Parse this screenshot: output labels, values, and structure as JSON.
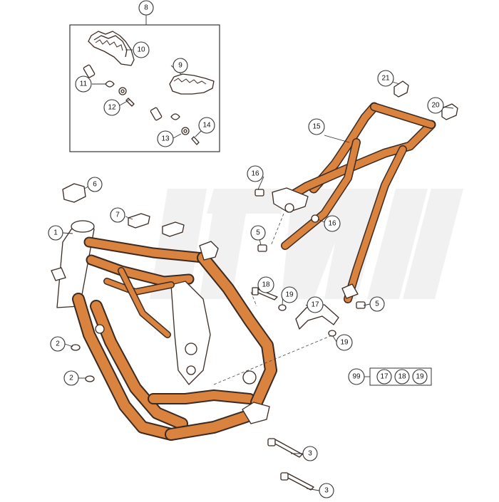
{
  "diagram": {
    "callouts": {
      "c1": "1",
      "c2a": "2",
      "c2b": "2",
      "c3a": "3",
      "c3b": "3",
      "c5a": "5",
      "c5b": "5",
      "c6": "6",
      "c7": "7",
      "c8": "8",
      "c9": "9",
      "c10": "10",
      "c11": "11",
      "c12": "12",
      "c13": "13",
      "c14": "14",
      "c15": "15",
      "c16a": "16",
      "c16b": "16",
      "c17": "17",
      "c18": "18",
      "c19a": "19",
      "c19b": "19",
      "c20": "20",
      "c21": "21",
      "kit_99": "99",
      "kit_17": "17",
      "kit_18": "18",
      "kit_19": "19"
    },
    "colors": {
      "frame_tube": "#d9833f",
      "outline": "#3a2a22",
      "watermark": "#d7d7d7"
    }
  }
}
